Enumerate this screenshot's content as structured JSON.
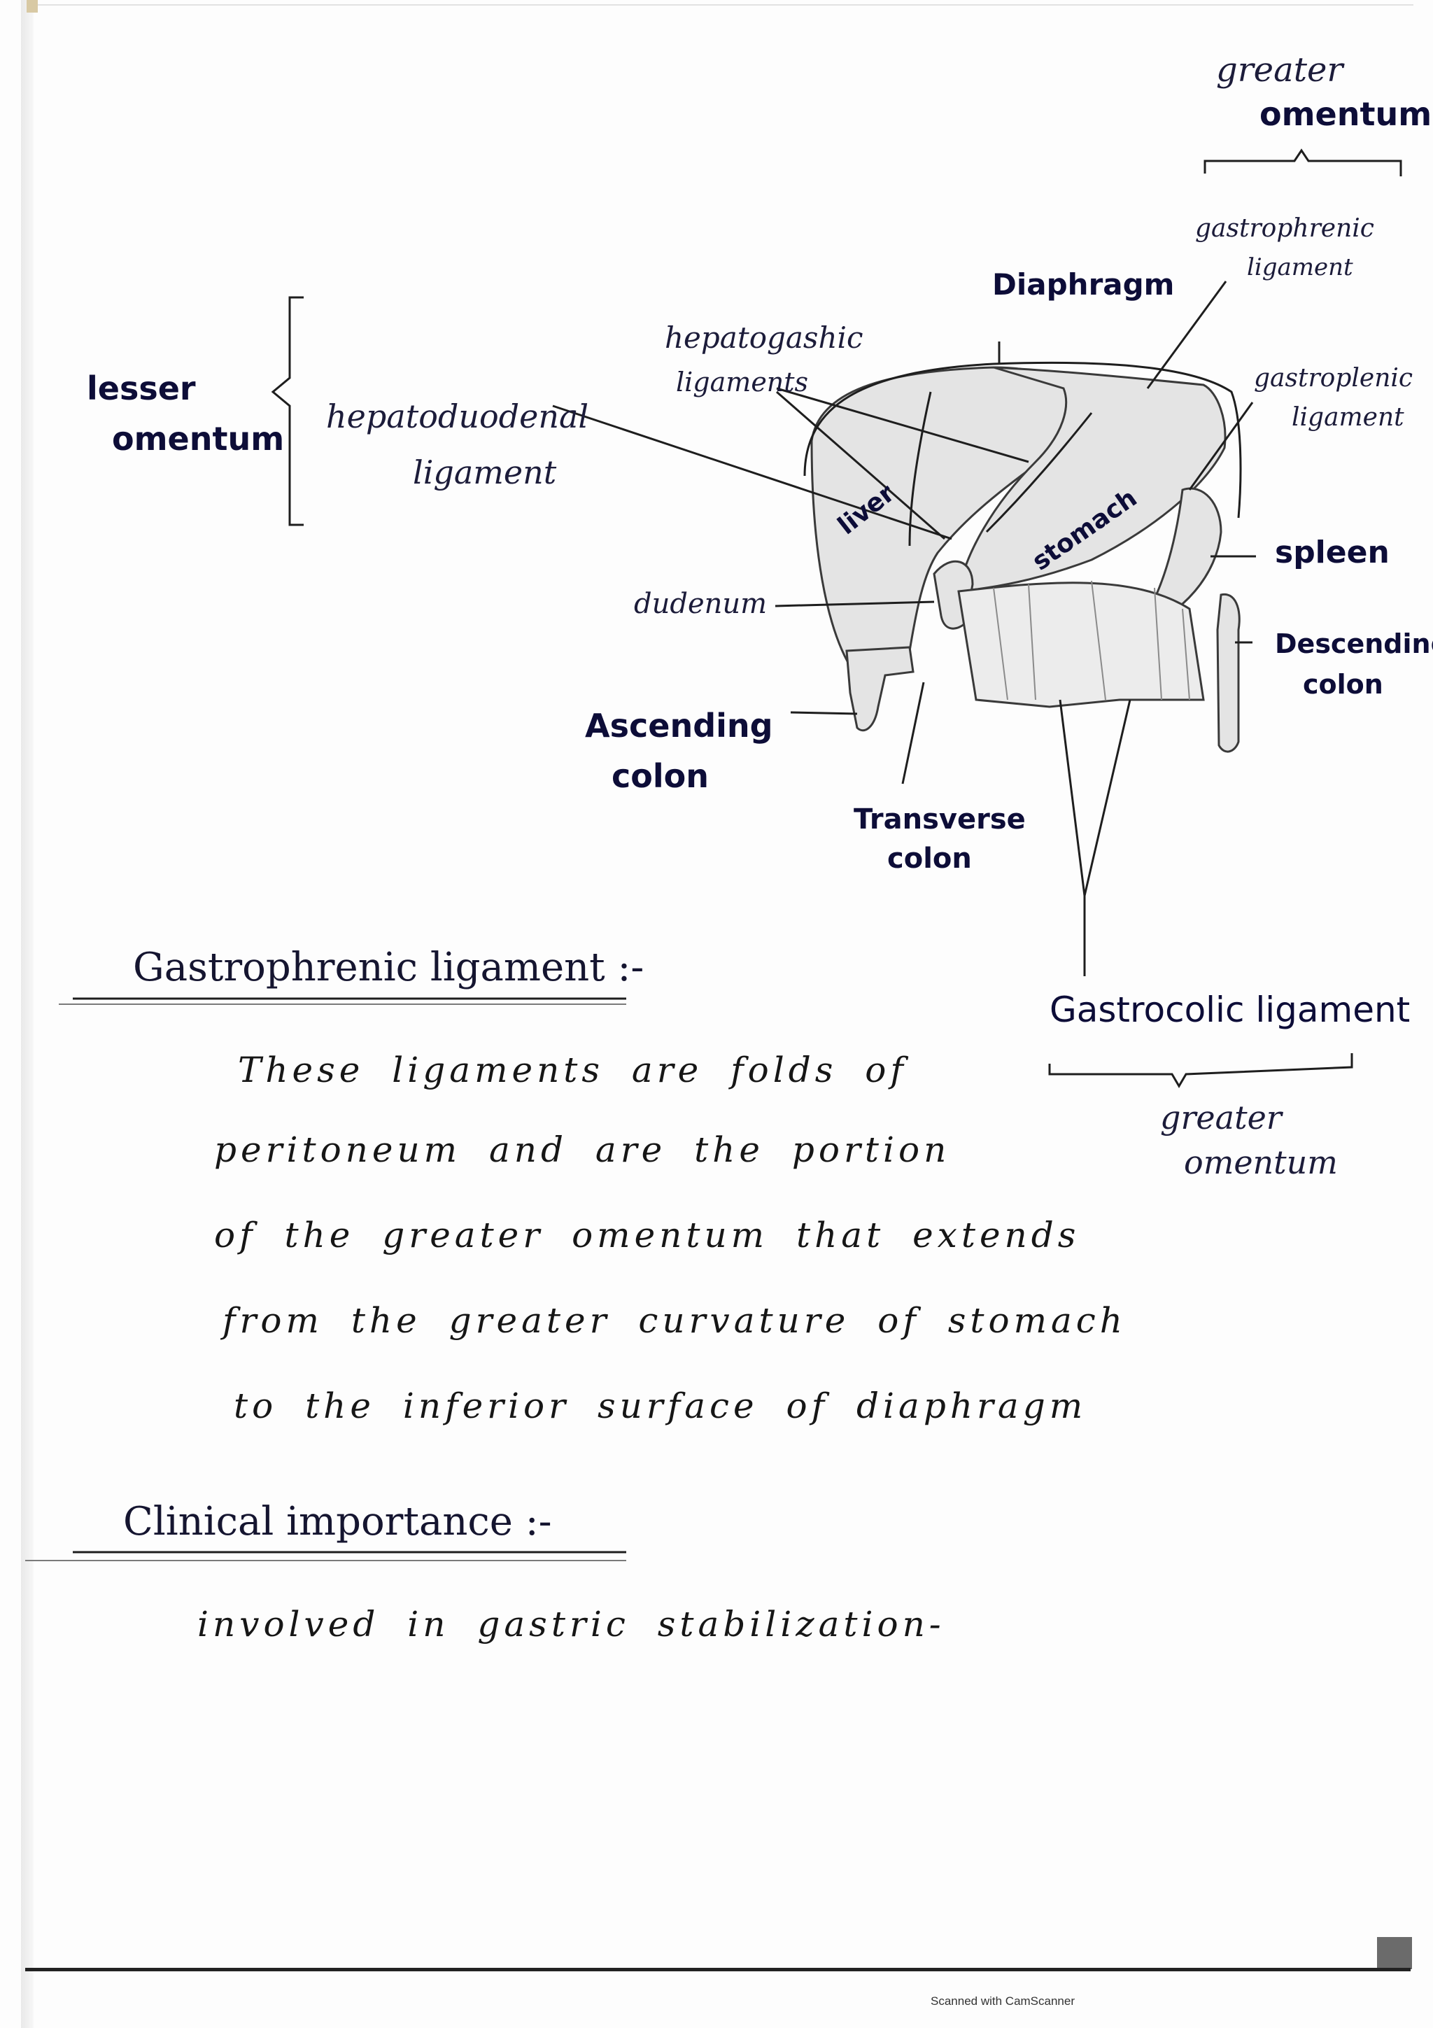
{
  "diagram": {
    "labels": {
      "greater_omentum_top_1": "greater",
      "greater_omentum_top_2": "omentum",
      "gastrophrenic_1": "gastrophrenic",
      "gastrophrenic_2": "ligament",
      "diaphragm": "Diaphragm",
      "hepatogastric_1": "hepatogashic",
      "hepatogastric_2": "ligaments",
      "lesser_omentum_1": "lesser",
      "lesser_omentum_2": "omentum",
      "hepatoduodenal_1": "hepatoduodenal",
      "hepatoduodenal_2": "ligament",
      "gastrosplenic_1": "gastroplenic",
      "gastrosplenic_2": "ligament",
      "liver": "liver",
      "stomach": "stomach",
      "spleen": "spleen",
      "duodenum": "dudenum",
      "descending_colon_1": "Descending",
      "descending_colon_2": "colon",
      "ascending_colon_1": "Ascending",
      "ascending_colon_2": "colon",
      "transverse_colon_1": "Transverse",
      "transverse_colon_2": "colon",
      "gastrocolic": "Gastrocolic ligament",
      "greater_omentum_bottom_1": "greater",
      "greater_omentum_bottom_2": "omentum"
    }
  },
  "notes": {
    "heading_1": "Gastrophrenic ligament :-",
    "paragraph_lines": [
      "These ligaments are folds of",
      "peritoneum and are the portion",
      "of the greater omentum that extends",
      "from the greater curvature of stomach",
      "to the inferior surface of diaphragm"
    ],
    "heading_2": "Clinical importance :-",
    "clinical_line": "involved in gastric stabilization-"
  },
  "footer": {
    "scanner_text": "Scanned with CamScanner"
  }
}
